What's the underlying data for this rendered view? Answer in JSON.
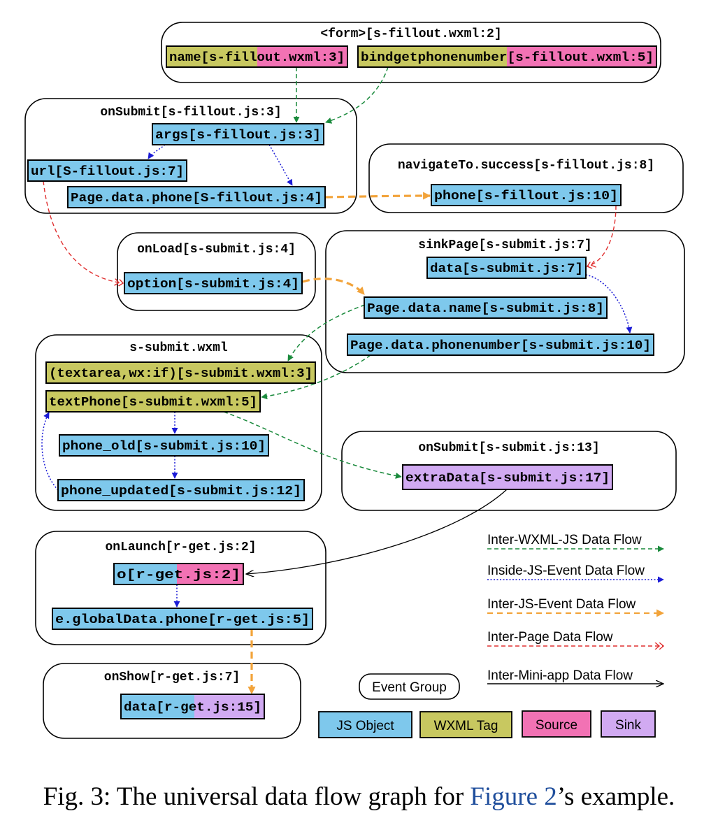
{
  "colors": {
    "js_object": "#7ec8ec",
    "wxml_tag": "#c8c860",
    "source": "#f272b4",
    "sink": "#d1aaf2",
    "inter_wxml_js": "#1a8a3c",
    "inside_js_event": "#1c1cd6",
    "inter_js_event": "#f2a33a",
    "inter_page": "#e03030",
    "inter_mini_app": "#000000"
  },
  "groups": [
    {
      "id": "g_form",
      "title": "<form>[s-fillout.wxml:2]"
    },
    {
      "id": "g_onsubmit_fillout",
      "title": "onSubmit[s-fillout.js:3]"
    },
    {
      "id": "g_navigate",
      "title": "navigateTo.success[s-fillout.js:8]"
    },
    {
      "id": "g_onload",
      "title": "onLoad[s-submit.js:4]"
    },
    {
      "id": "g_sinkpage",
      "title": "sinkPage[s-submit.js:7]"
    },
    {
      "id": "g_wxml",
      "title": "s-submit.wxml"
    },
    {
      "id": "g_onsubmit_submit",
      "title": "onSubmit[s-submit.js:13]"
    },
    {
      "id": "g_onlaunch",
      "title": "onLaunch[r-get.js:2]"
    },
    {
      "id": "g_onshow",
      "title": "onShow[r-get.js:7]"
    }
  ],
  "nodes": [
    {
      "id": "n_name",
      "text": "name[s-fillout.wxml:3]",
      "kind": "wxml_tag+source"
    },
    {
      "id": "n_bindget",
      "text": "bindgetphonenumber[s-fillout.wxml:5]",
      "kind": "wxml_tag+source"
    },
    {
      "id": "n_args",
      "text": "args[s-fillout.js:3]",
      "kind": "js_object"
    },
    {
      "id": "n_url",
      "text": "url[S-fillout.js:7]",
      "kind": "js_object"
    },
    {
      "id": "n_pagephone",
      "text": "Page.data.phone[S-fillout.js:4]",
      "kind": "js_object"
    },
    {
      "id": "n_phone",
      "text": "phone[s-fillout.js:10]",
      "kind": "js_object"
    },
    {
      "id": "n_data",
      "text": "data[s-submit.js:7]",
      "kind": "js_object"
    },
    {
      "id": "n_option",
      "text": "option[s-submit.js:4]",
      "kind": "js_object"
    },
    {
      "id": "n_pagename",
      "text": "Page.data.name[s-submit.js:8]",
      "kind": "js_object"
    },
    {
      "id": "n_pagephonenumber",
      "text": "Page.data.phonenumber[s-submit.js:10]",
      "kind": "js_object"
    },
    {
      "id": "n_textarea",
      "text": "(textarea,wx:if)[s-submit.wxml:3]",
      "kind": "wxml_tag"
    },
    {
      "id": "n_textphone",
      "text": "textPhone[s-submit.wxml:5]",
      "kind": "wxml_tag"
    },
    {
      "id": "n_phoneold",
      "text": "phone_old[s-submit.js:10]",
      "kind": "js_object"
    },
    {
      "id": "n_phoneupdated",
      "text": "phone_updated[s-submit.js:12]",
      "kind": "js_object"
    },
    {
      "id": "n_extradata",
      "text": "extraData[s-submit.js:17]",
      "kind": "sink"
    },
    {
      "id": "n_o",
      "text": "o[r-get.js:2]",
      "kind": "js_object+source"
    },
    {
      "id": "n_globaldata",
      "text": "e.globalData.phone[r-get.js:5]",
      "kind": "js_object"
    },
    {
      "id": "n_datarget",
      "text": "data[r-get.js:15]",
      "kind": "js_object+sink"
    }
  ],
  "edges": [
    {
      "from": "name[s-fillout.wxml:3]",
      "to": "args[s-fillout.js:3]",
      "flow": "Inter-WXML-JS Data Flow"
    },
    {
      "from": "bindgetphonenumber[s-fillout.wxml:5]",
      "to": "args[s-fillout.js:3]",
      "flow": "Inter-WXML-JS Data Flow"
    },
    {
      "from": "args[s-fillout.js:3]",
      "to": "url[S-fillout.js:7]",
      "flow": "Inside-JS-Event Data Flow"
    },
    {
      "from": "args[s-fillout.js:3]",
      "to": "Page.data.phone[S-fillout.js:4]",
      "flow": "Inside-JS-Event Data Flow"
    },
    {
      "from": "Page.data.phone[S-fillout.js:4]",
      "to": "phone[s-fillout.js:10]",
      "flow": "Inter-JS-Event Data Flow"
    },
    {
      "from": "url[S-fillout.js:7]",
      "to": "option[s-submit.js:4]",
      "flow": "Inter-Page Data Flow"
    },
    {
      "from": "phone[s-fillout.js:10]",
      "to": "data[s-submit.js:7]",
      "flow": "Inter-Page Data Flow"
    },
    {
      "from": "option[s-submit.js:4]",
      "to": "Page.data.name[s-submit.js:8]",
      "flow": "Inter-JS-Event Data Flow"
    },
    {
      "from": "data[s-submit.js:7]",
      "to": "Page.data.phonenumber[s-submit.js:10]",
      "flow": "Inside-JS-Event Data Flow"
    },
    {
      "from": "Page.data.name[s-submit.js:8]",
      "to": "(textarea,wx:if)[s-submit.wxml:3]",
      "flow": "Inter-WXML-JS Data Flow"
    },
    {
      "from": "Page.data.phonenumber[s-submit.js:10]",
      "to": "textPhone[s-submit.wxml:5]",
      "flow": "Inter-WXML-JS Data Flow"
    },
    {
      "from": "textPhone[s-submit.wxml:5]",
      "to": "phone_old[s-submit.js:10]",
      "flow": "Inside-JS-Event Data Flow"
    },
    {
      "from": "phone_old[s-submit.js:10]",
      "to": "phone_updated[s-submit.js:12]",
      "flow": "Inside-JS-Event Data Flow"
    },
    {
      "from": "phone_updated[s-submit.js:12]",
      "to": "textPhone[s-submit.wxml:5]",
      "flow": "Inside-JS-Event Data Flow"
    },
    {
      "from": "textPhone[s-submit.wxml:5]",
      "to": "extraData[s-submit.js:17]",
      "flow": "Inter-WXML-JS Data Flow"
    },
    {
      "from": "extraData[s-submit.js:17]",
      "to": "o[r-get.js:2]",
      "flow": "Inter-Mini-app Data Flow"
    },
    {
      "from": "o[r-get.js:2]",
      "to": "e.globalData.phone[r-get.js:5]",
      "flow": "Inside-JS-Event Data Flow"
    },
    {
      "from": "e.globalData.phone[r-get.js:5]",
      "to": "data[r-get.js:15]",
      "flow": "Inter-JS-Event Data Flow"
    }
  ],
  "legend": {
    "flows": [
      {
        "label": "Inter-WXML-JS Data Flow"
      },
      {
        "label": "Inside-JS-Event Data Flow"
      },
      {
        "label": "Inter-JS-Event Data Flow"
      },
      {
        "label": "Inter-Page Data Flow"
      },
      {
        "label": "Inter-Mini-app Data Flow"
      }
    ],
    "event_group": "Event Group",
    "categories": [
      {
        "label": "JS Object"
      },
      {
        "label": "WXML Tag"
      },
      {
        "label": "Source"
      },
      {
        "label": "Sink"
      }
    ]
  },
  "caption": {
    "prefix": "Fig. 3: The universal data flow graph for ",
    "link": "Figure 2",
    "suffix": "’s example."
  }
}
